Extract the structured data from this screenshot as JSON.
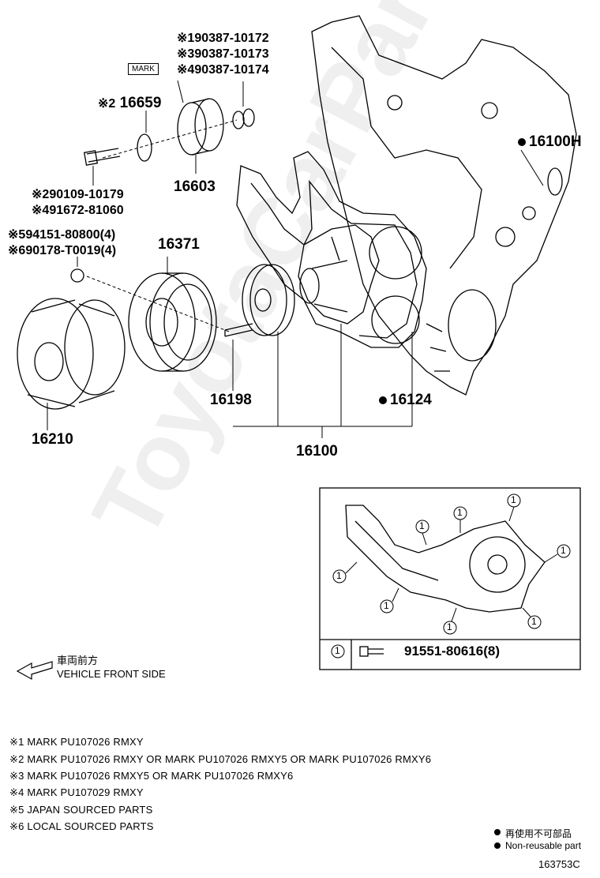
{
  "refs_top": [
    {
      "mark": "※1",
      "part": "90387-10172"
    },
    {
      "mark": "※3",
      "part": "90387-10173"
    },
    {
      "mark": "※4",
      "part": "90387-10174"
    }
  ],
  "mark_label": "MARK",
  "parts": {
    "p16659": {
      "mark": "※2",
      "part": "16659"
    },
    "p16603": "16603",
    "p90109": {
      "mark": "※2",
      "part": "90109-10179"
    },
    "p91672": {
      "mark": "※4",
      "part": "91672-81060"
    },
    "p94151": {
      "mark": "※5",
      "part": "94151-80800(4)"
    },
    "p90178": {
      "mark": "※6",
      "part": "90178-T0019(4)"
    },
    "p16371": "16371",
    "p16210": "16210",
    "p16198": "16198",
    "p16124": "16124",
    "p16100": "16100",
    "p16100H": "16100H"
  },
  "inset": {
    "callout": "1",
    "bolt_part": "91551-80616(8)"
  },
  "direction": {
    "jp": "車両前方",
    "en": "VEHICLE FRONT SIDE"
  },
  "notes": [
    "※1 MARK PU107026 RMXY",
    "※2 MARK PU107026 RMXY OR MARK PU107026 RMXY5 OR MARK PU107026 RMXY6",
    "※3 MARK PU107026 RMXY5 OR MARK PU107026 RMXY6",
    "※4 MARK PU107029 RMXY",
    "※5 JAPAN SOURCED PARTS",
    "※6 LOCAL SOURCED PARTS"
  ],
  "legend": {
    "jp": "再使用不可部品",
    "en": "Non-reusable part"
  },
  "figure_id": "163753C",
  "watermark": "ToyotaCarParts.ru"
}
